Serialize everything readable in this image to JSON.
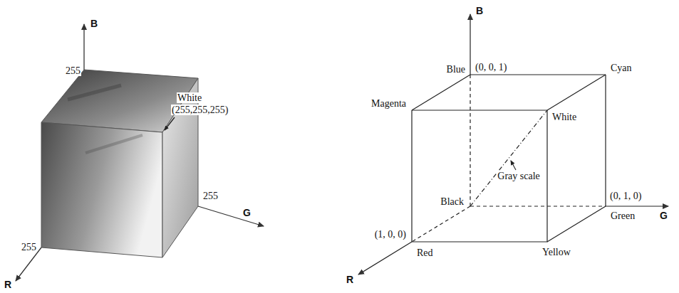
{
  "diagram": {
    "labels": [
      "B",
      "255",
      "White",
      "(255,255,255)",
      "255",
      "G",
      "255",
      "R",
      "B",
      "Blue",
      "(0, 0, 1)",
      "Cyan",
      "Magenta",
      "White",
      "Gray scale",
      "Black",
      "(0, 1, 0)",
      "Green",
      "G",
      "(1, 0, 0)",
      "Red",
      "Yellow",
      "R"
    ]
  }
}
